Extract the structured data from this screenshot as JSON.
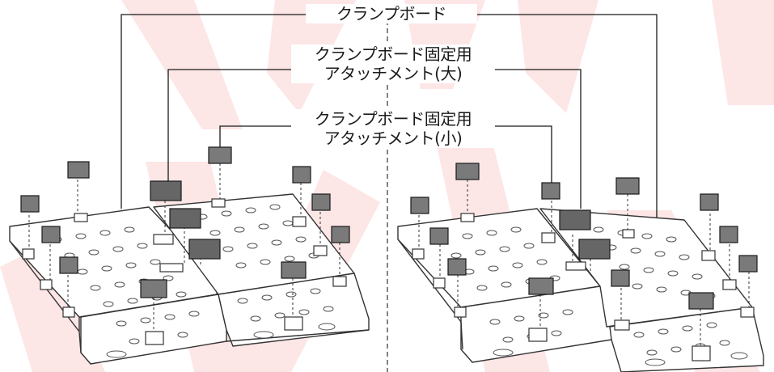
{
  "labels": {
    "clamp_board": "クランプボード",
    "attachment_large": [
      "クランプボード固定用",
      "アタッチメント(大)"
    ],
    "attachment_small": [
      "クランプボード固定用",
      "アタッチメント(小)"
    ]
  },
  "colors": {
    "watermark": "#fde6e6",
    "board_outline": "#333333",
    "block_fill": "#777777",
    "leader_line": "#1a1a1a"
  }
}
